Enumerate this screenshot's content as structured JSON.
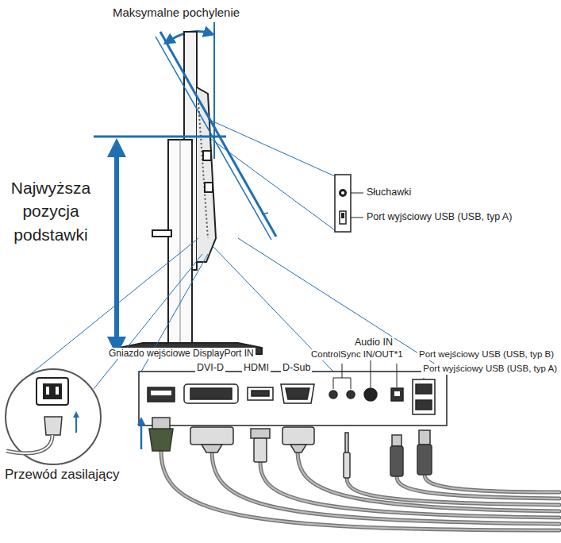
{
  "diagram": {
    "labels": [
      "Maksymalne pochylenie",
      "Najwyższa pozycja podstawki",
      "Słuchawki",
      "Port wyjściowy USB (USB, typ A)",
      "Audio IN",
      "Gniazdo wejściowe DisplayPort IN",
      "DVI-D",
      "HDMI",
      "D-Sub",
      "ControlSync IN/OUT*1",
      "Port wejściowy USB (USB, typ B)",
      "Port wyjściowy USB (USB, typ A)",
      "Przewód zasilający"
    ]
  }
}
